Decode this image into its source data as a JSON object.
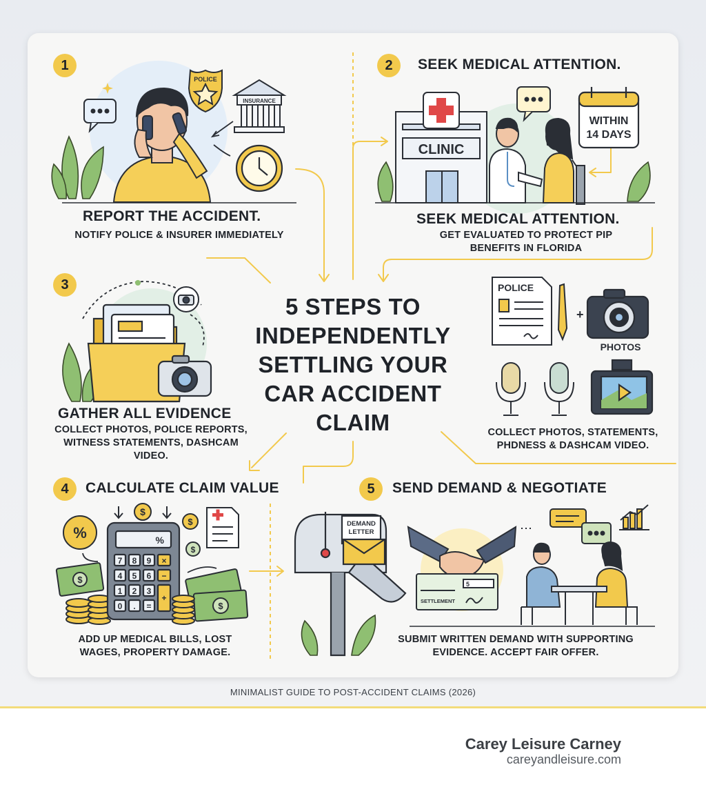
{
  "title": "5 STEPS TO INDEPENDENTLY SETTLING YOUR CAR ACCIDENT CLAIM",
  "colors": {
    "accent": "#f2c94c",
    "ink": "#1f2329",
    "card": "#f7f7f6"
  },
  "steps": [
    {
      "number": "1",
      "heading": "REPORT THE ACCIDENT.",
      "description": "NOTIFY POLICE & INSURER IMMEDIATELY",
      "icons": [
        "speech-bubble-icon",
        "person-on-phone",
        "police-badge-icon",
        "insurance-building-icon",
        "clock-icon",
        "plant-icon"
      ]
    },
    {
      "number": "2",
      "heading": "SEEK MEDICAL ATTENTION.",
      "heading2": "SEEK MEDICAL ATTENTION.",
      "description": "GET EVALUATED TO PROTECT PIP BENEFITS IN FLORIDA",
      "icons": [
        "clinic-building-icon",
        "doctor-patient-illustration",
        "calendar-icon",
        "speech-bubble-icon",
        "plant-icon"
      ]
    },
    {
      "number": "3",
      "heading": "GATHER ALL EVIDENCE",
      "description": "COLLECT PHOTOS, POLICE REPORTS, WITNESS STATEMENTS, DASHCAM VIDEO.",
      "icons": [
        "folder-icon",
        "camera-icon",
        "plant-icon"
      ]
    },
    {
      "number": "4",
      "heading": "CALCULATE CLAIM VALUE",
      "description": "ADD UP MEDICAL BILLS, LOST WAGES, PROPERTY DAMAGE.",
      "icons": [
        "percent-icon",
        "calculator-icon",
        "dollar-coin-icon",
        "cash-icon",
        "coin-stack-icon",
        "medical-bill-icon"
      ]
    },
    {
      "number": "5",
      "heading": "SEND DEMAND & NEGOTIATE",
      "description": "SUBMIT WRITTEN DEMAND WITH SUPPORTING EVIDENCE. ACCEPT FAIR OFFER.",
      "icons": [
        "mailbox-icon",
        "handshake-icon",
        "check-icon",
        "negotiation-table-icon",
        "chart-icon"
      ]
    }
  ],
  "evidence_panel": {
    "police_label": "POLICE",
    "plus": "+",
    "photos_label": "PHOTOS",
    "caption": "COLLECT PHOTOS, STATEMENTS, PHDNESS & DASHCAM VIDEO."
  },
  "art_labels": {
    "police_badge": "POLICE",
    "insurance": "INSURANCE",
    "clinic": "CLINIC",
    "calendar": "WITHIN 14 DAYS",
    "calendar_line1": "WITHIN",
    "calendar_line2": "14 DAYS",
    "demand_letter_line1": "DEMAND",
    "demand_letter_line2": "LETTER",
    "settlement": "SETTLEMENT",
    "check_amount": "5"
  },
  "footnote": "MINIMALIST GUIDE TO POST-ACCIDENT CLAIMS (2026)",
  "brand": {
    "name": "Carey Leisure Carney",
    "url": "careyandleisure.com"
  }
}
